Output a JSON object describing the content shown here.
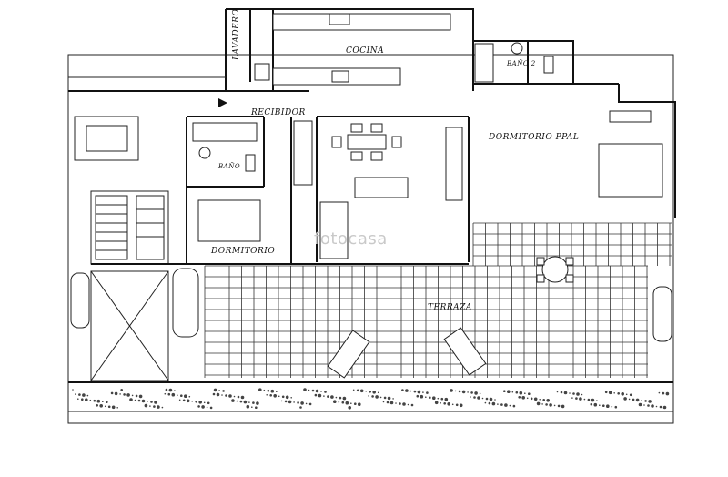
{
  "rooms": {
    "lavadero": "LAVADERO",
    "cocina": "COCINA",
    "bano2": "BAÑO 2",
    "recibidor": "RECIBIDOR",
    "bano": "BAÑO",
    "dormitorio_ppal": "DORMITORIO   PPAL",
    "dormitorio": "DORMITORIO",
    "terraza": "TERRAZA"
  },
  "watermark": "fotocasa"
}
